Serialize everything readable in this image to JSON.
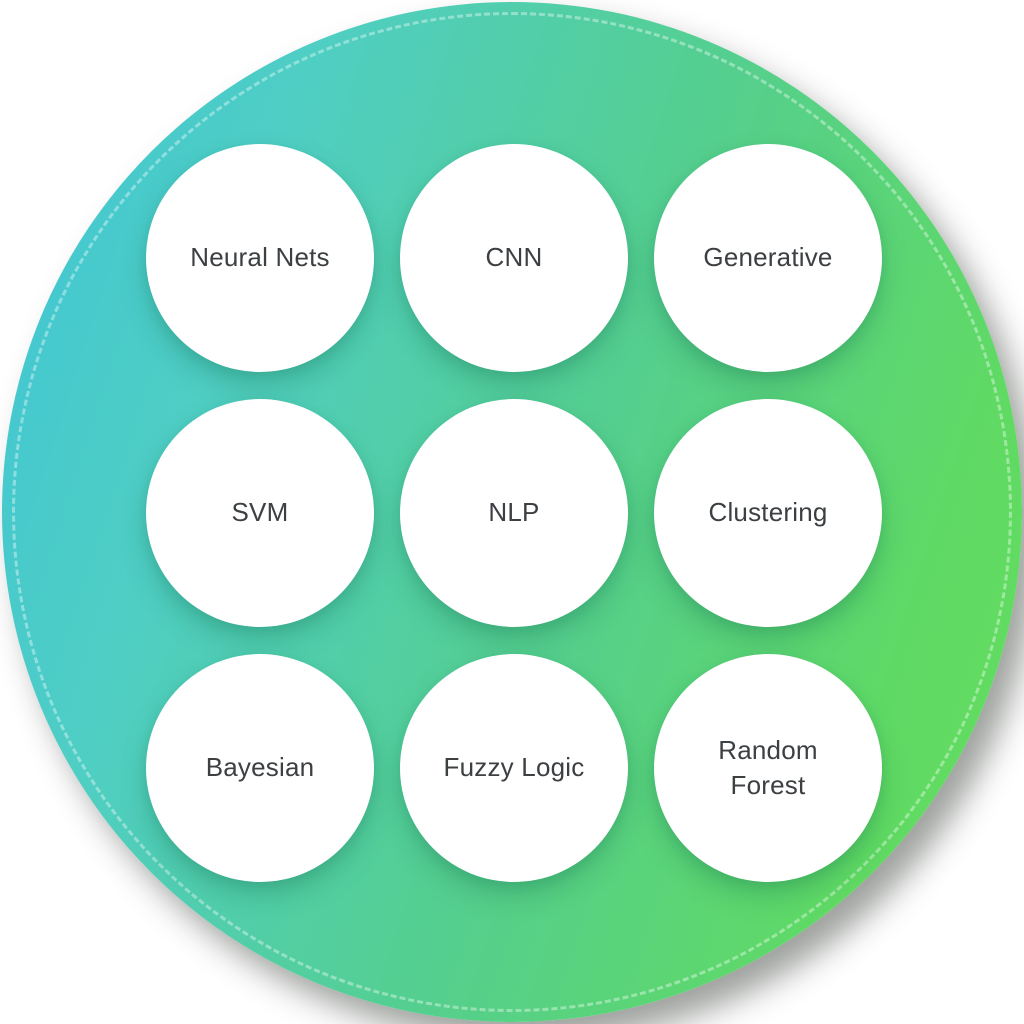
{
  "diagram": {
    "background_color": "#ffffff",
    "main_circle": {
      "gradient_colors": [
        "#3fc5d6",
        "#4fcec4",
        "#55cf8d",
        "#63dd5e"
      ],
      "dashed_ring_color": "rgba(255,255,255,0.38)"
    },
    "node_fill_color": "#ffffff",
    "text_color": "#3c4043",
    "nodes": [
      {
        "label": "Neural Nets"
      },
      {
        "label": "CNN"
      },
      {
        "label": "Generative"
      },
      {
        "label": "SVM"
      },
      {
        "label": "NLP"
      },
      {
        "label": "Clustering"
      },
      {
        "label": "Bayesian"
      },
      {
        "label": "Fuzzy Logic"
      },
      {
        "label": "Random Forest"
      }
    ]
  }
}
